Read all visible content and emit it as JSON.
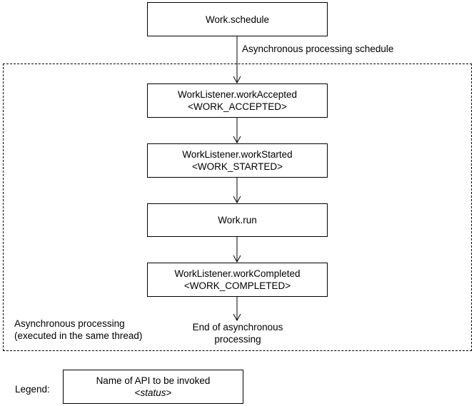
{
  "nodes": {
    "schedule": {
      "line1": "Work.schedule"
    },
    "accepted": {
      "line1": "WorkListener.workAccepted",
      "line2": "<WORK_ACCEPTED>"
    },
    "started": {
      "line1": "WorkListener.workStarted",
      "line2": "<WORK_STARTED>"
    },
    "run": {
      "line1": "Work.run"
    },
    "completed": {
      "line1": "WorkListener.workCompleted",
      "line2": "<WORK_COMPLETED>"
    }
  },
  "labels": {
    "async_schedule": "Asynchronous processing schedule",
    "region_line1": "Asynchronous processing",
    "region_line2": "(executed in the same thread)",
    "end_line1": "End of asynchronous",
    "end_line2": "processing"
  },
  "legend": {
    "title": "Legend:",
    "line1": "Name of API to be invoked",
    "line2": "status"
  }
}
